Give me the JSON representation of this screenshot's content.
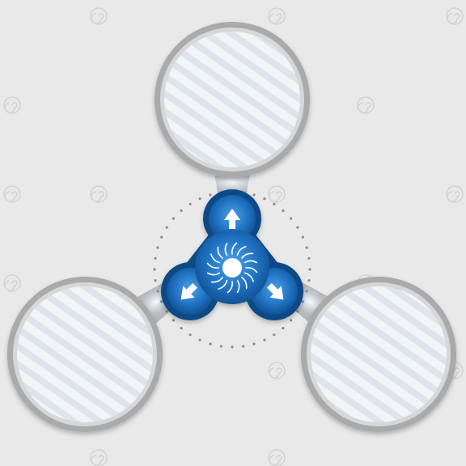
{
  "diagram": {
    "type": "three-circle-connector",
    "colors": {
      "background": "#e9e9ea",
      "ring_outer": "#a9aaac",
      "ring_inner": "#d6d7d9",
      "circle_fill": "#f3f4f6",
      "stripe": "#dde4ec",
      "connector_glow": "#cfe3f5",
      "hub_dark": "#0d4a86",
      "hub_mid": "#1f6fbf",
      "hub_light": "#4aa3e8",
      "arrow": "#ffffff",
      "dots": "#8a8c90",
      "watermark": "#d3d3d5"
    },
    "circles": [
      {
        "id": "top",
        "content": ""
      },
      {
        "id": "left",
        "content": ""
      },
      {
        "id": "right",
        "content": ""
      }
    ],
    "hub": {
      "center_icon": "sun-icon",
      "arrows": [
        {
          "direction": "up",
          "icon": "arrow-up-icon"
        },
        {
          "direction": "down-left",
          "icon": "arrow-down-left-icon"
        },
        {
          "direction": "down-right",
          "icon": "arrow-down-right-icon"
        }
      ]
    },
    "dotted_ring": true,
    "watermark_icon": "spiral-logo-icon"
  }
}
